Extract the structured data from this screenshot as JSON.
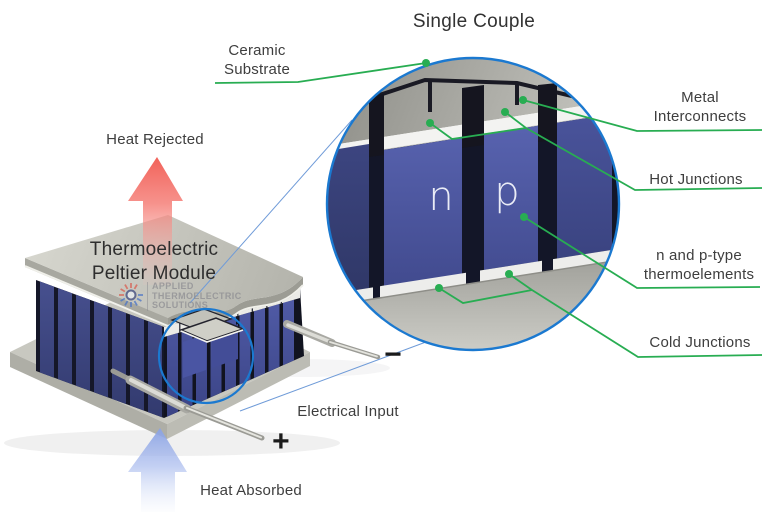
{
  "colors": {
    "accent_green": "#28ad52",
    "accent_blue": "#1b79d0",
    "pillar_blue": "#4d58a6",
    "ceramic_gray": "#c9c9c1",
    "arrow_red": "#f26059",
    "arrow_blue": "#8ea6e6"
  },
  "title": {
    "text": "Single Couple"
  },
  "callouts": {
    "ceramic_substrate": {
      "line1": "Ceramic",
      "line2": "Substrate"
    },
    "metal_interconnects": {
      "line1": "Metal",
      "line2": "Interconnects"
    },
    "hot_junctions": {
      "label": "Hot Junctions"
    },
    "thermoelements": {
      "line1": "n and p-type",
      "line2": "thermoelements"
    },
    "cold_junctions": {
      "label": "Cold Junctions"
    }
  },
  "module": {
    "label_line1": "Thermoelectric",
    "label_line2": "Peltier Module"
  },
  "inset": {
    "n": "n",
    "p": "p"
  },
  "flow": {
    "heat_rejected": "Heat Rejected",
    "heat_absorbed": "Heat Absorbed",
    "electrical_input": "Electrical Input",
    "plus": "+",
    "minus": "−"
  },
  "watermark": {
    "line1": "APPLIED",
    "line2": "THERMOELECTRIC",
    "line3": "SOLUTIONS"
  }
}
